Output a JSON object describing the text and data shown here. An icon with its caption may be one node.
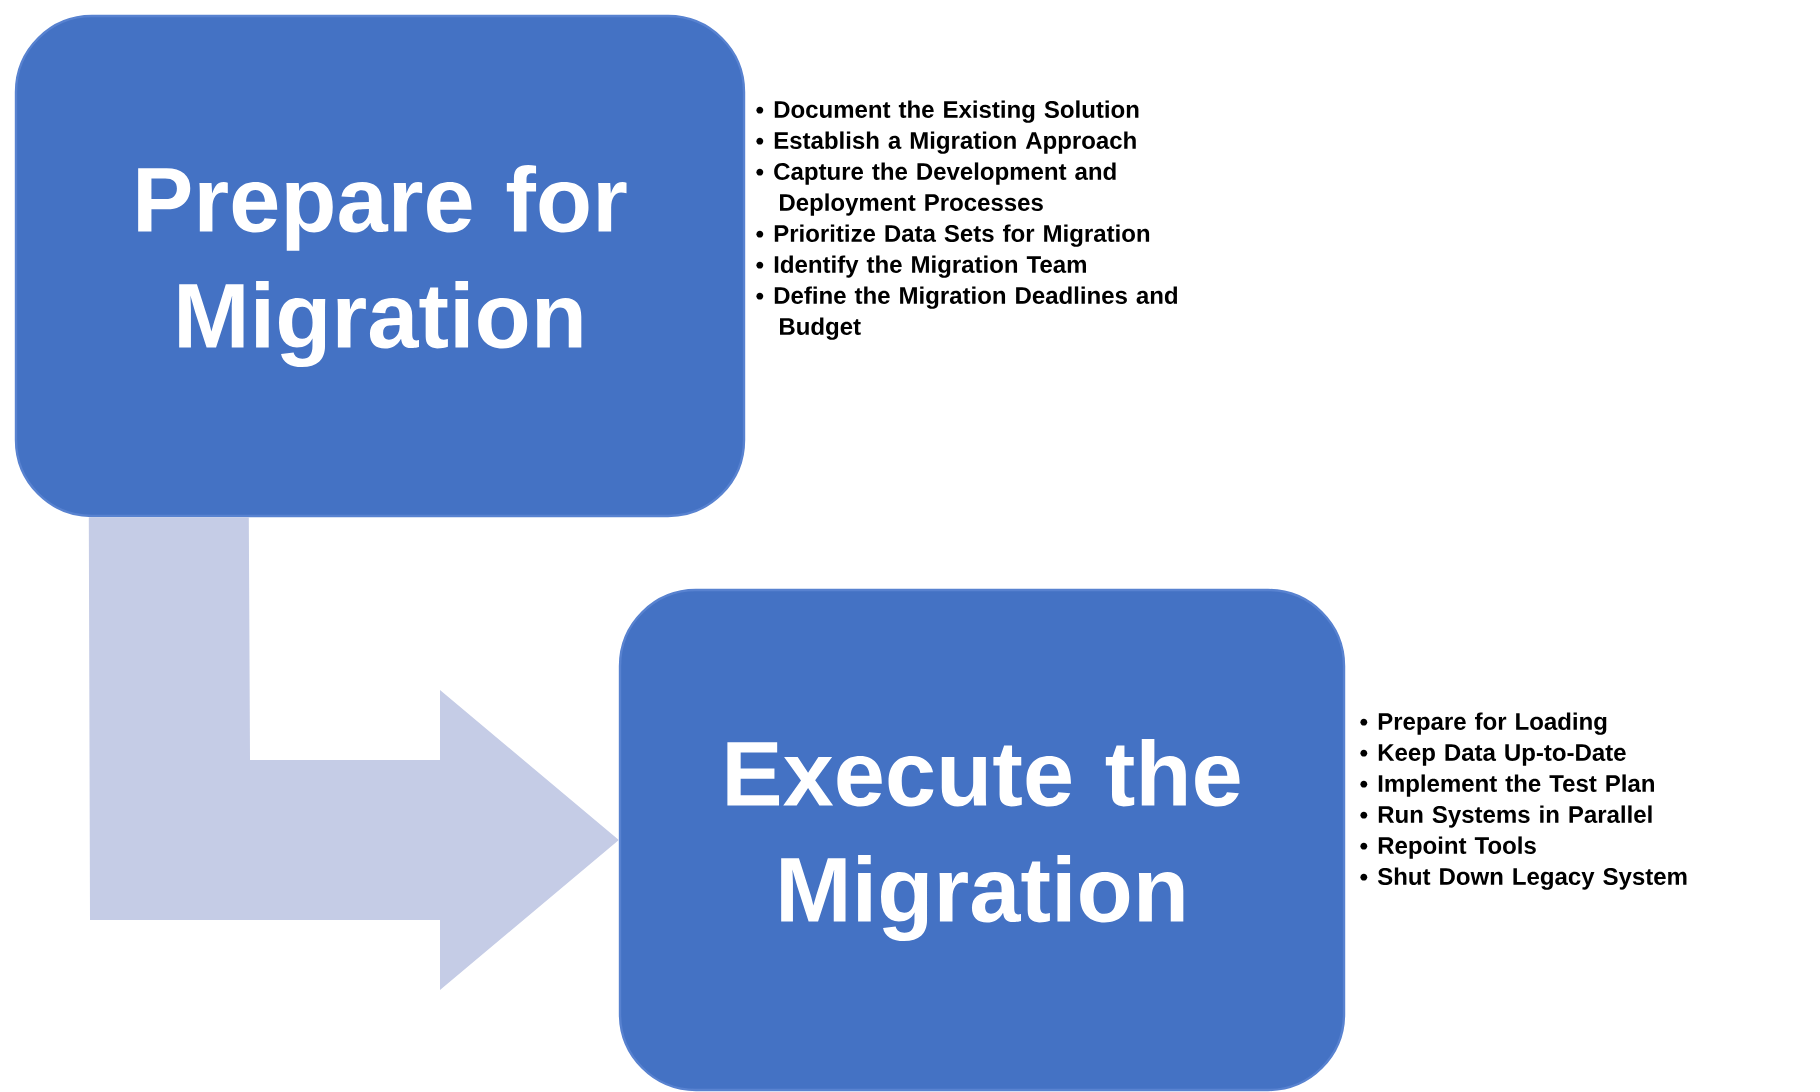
{
  "diagram": {
    "nodes": [
      {
        "text": [
          "Prepare for Migration"
        ],
        "beside": [
          "Document the Existing Solution",
          "Establish a Migration Approach",
          "Capture the Development and Deployment Processes",
          "Prioritize Data Sets for Migration",
          "Identify the Migration Team",
          "Define the Migration Deadlines and Budget"
        ]
      },
      {
        "text": [
          "Execute the Migration"
        ],
        "beside": [
          "Prepare for Loading",
          "Keep Data Up-to-Date",
          "Implement the Test Plan",
          "Run Systems in Parallel",
          "Repoint Tools",
          "Shut Down Legacy System"
        ]
      }
    ],
    "edges": [
      {
        "from": 0,
        "to": 1,
        "arrow": "to",
        "style": "thick",
        "color": "#c5cce6"
      }
    ]
  }
}
